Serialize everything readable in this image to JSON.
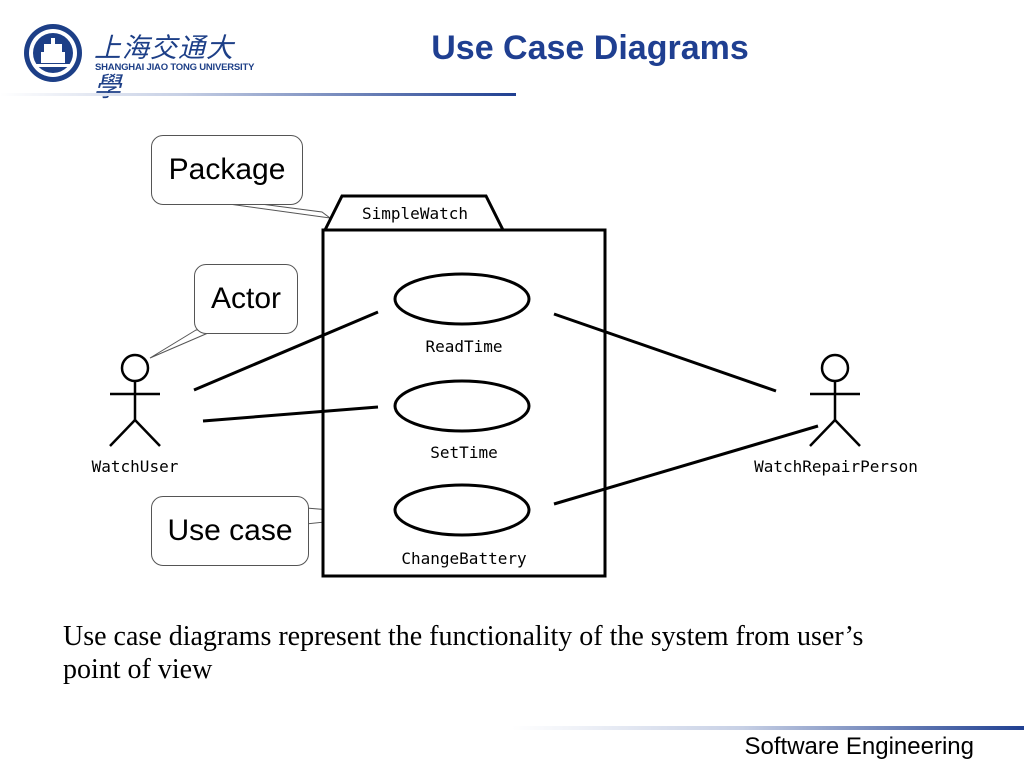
{
  "header": {
    "logo_cn": "上海交通大學",
    "logo_en": "SHANGHAI JIAO TONG UNIVERSITY",
    "title": "Use Case Diagrams"
  },
  "diagram": {
    "package": "SimpleWatch",
    "actors": {
      "user": "WatchUser",
      "repair": "WatchRepairPerson"
    },
    "use_cases": [
      "ReadTime",
      "SetTime",
      "ChangeBattery"
    ],
    "callouts": {
      "package": "Package",
      "actor": "Actor",
      "use_case": "Use case"
    }
  },
  "caption": "Use case diagrams represent the functionality of the system from user’s point of view",
  "footer": "Software Engineering"
}
